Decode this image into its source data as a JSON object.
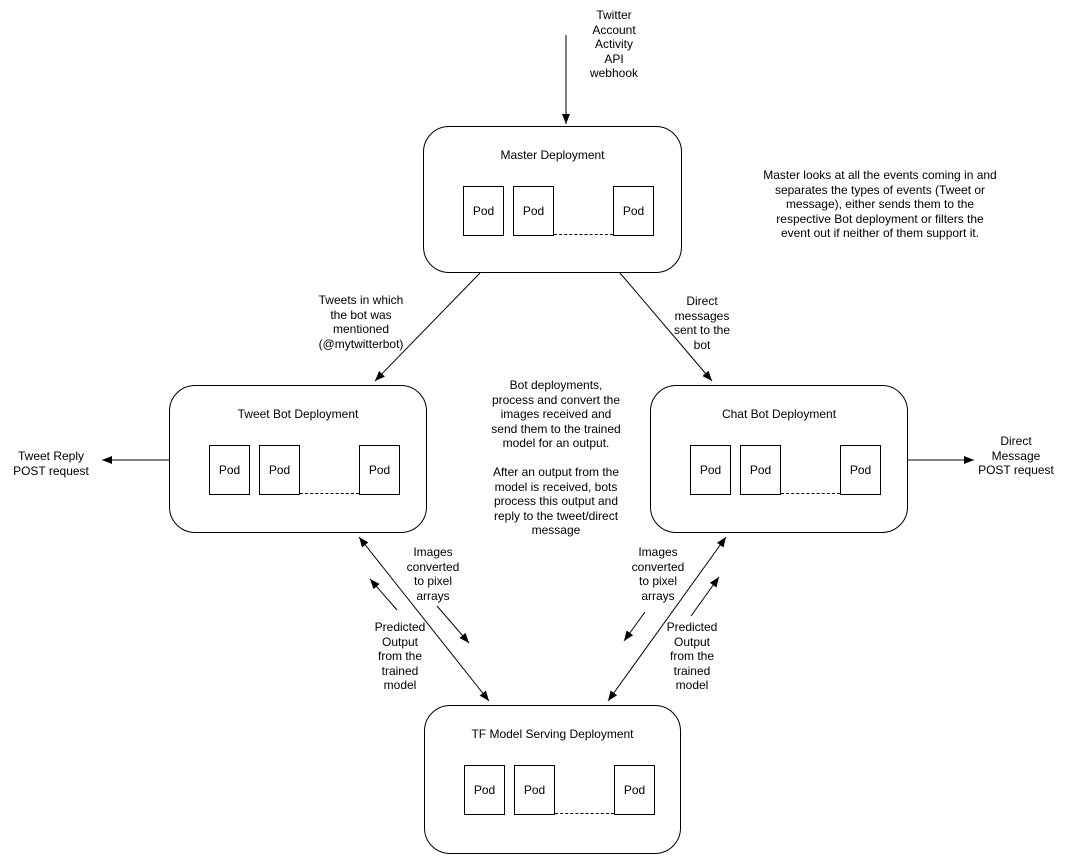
{
  "diagram": {
    "webhook_label": "Twitter\nAccount\nActivity\nAPI\nwebhook",
    "master_note": "Master looks at all the events coming in and\nseparates the types of events (Tweet or\nmessage), either sends them to the\nrespective Bot deployment or filters the\nevent out if neither of them support it.",
    "tweets_label": "Tweets in which\nthe bot was\nmentioned\n(@mytwitterbot)",
    "direct_label": "Direct\nmessages\nsent to the\nbot",
    "center_note": "Bot deployments,\nprocess  and convert the\nimages received and\nsend them to the trained\nmodel for an output.\n\nAfter an output from the\nmodel is received, bots\nprocess this output and\nreply to the tweet/direct\nmessage",
    "tweet_reply_label": "Tweet Reply\nPOST request",
    "direct_message_label": "Direct\nMessage\nPOST request",
    "images_left_label": "Images\nconverted\nto pixel\narrays",
    "predicted_left_label": "Predicted\nOutput\nfrom the\ntrained\nmodel",
    "images_right_label": "Images\nconverted\nto pixel\narrays",
    "predicted_right_label": "Predicted\nOutput\nfrom the\ntrained\nmodel"
  },
  "nodes": {
    "master": {
      "title": "Master Deployment",
      "pods": [
        "Pod",
        "Pod",
        "Pod"
      ]
    },
    "tweet_bot": {
      "title": "Tweet Bot Deployment",
      "pods": [
        "Pod",
        "Pod",
        "Pod"
      ]
    },
    "chat_bot": {
      "title": "Chat Bot Deployment",
      "pods": [
        "Pod",
        "Pod",
        "Pod"
      ]
    },
    "tf_model": {
      "title": "TF Model Serving Deployment",
      "pods": [
        "Pod",
        "Pod",
        "Pod"
      ]
    }
  },
  "colors": {
    "stroke": "#000000",
    "background": "#ffffff",
    "text": "#000000"
  }
}
